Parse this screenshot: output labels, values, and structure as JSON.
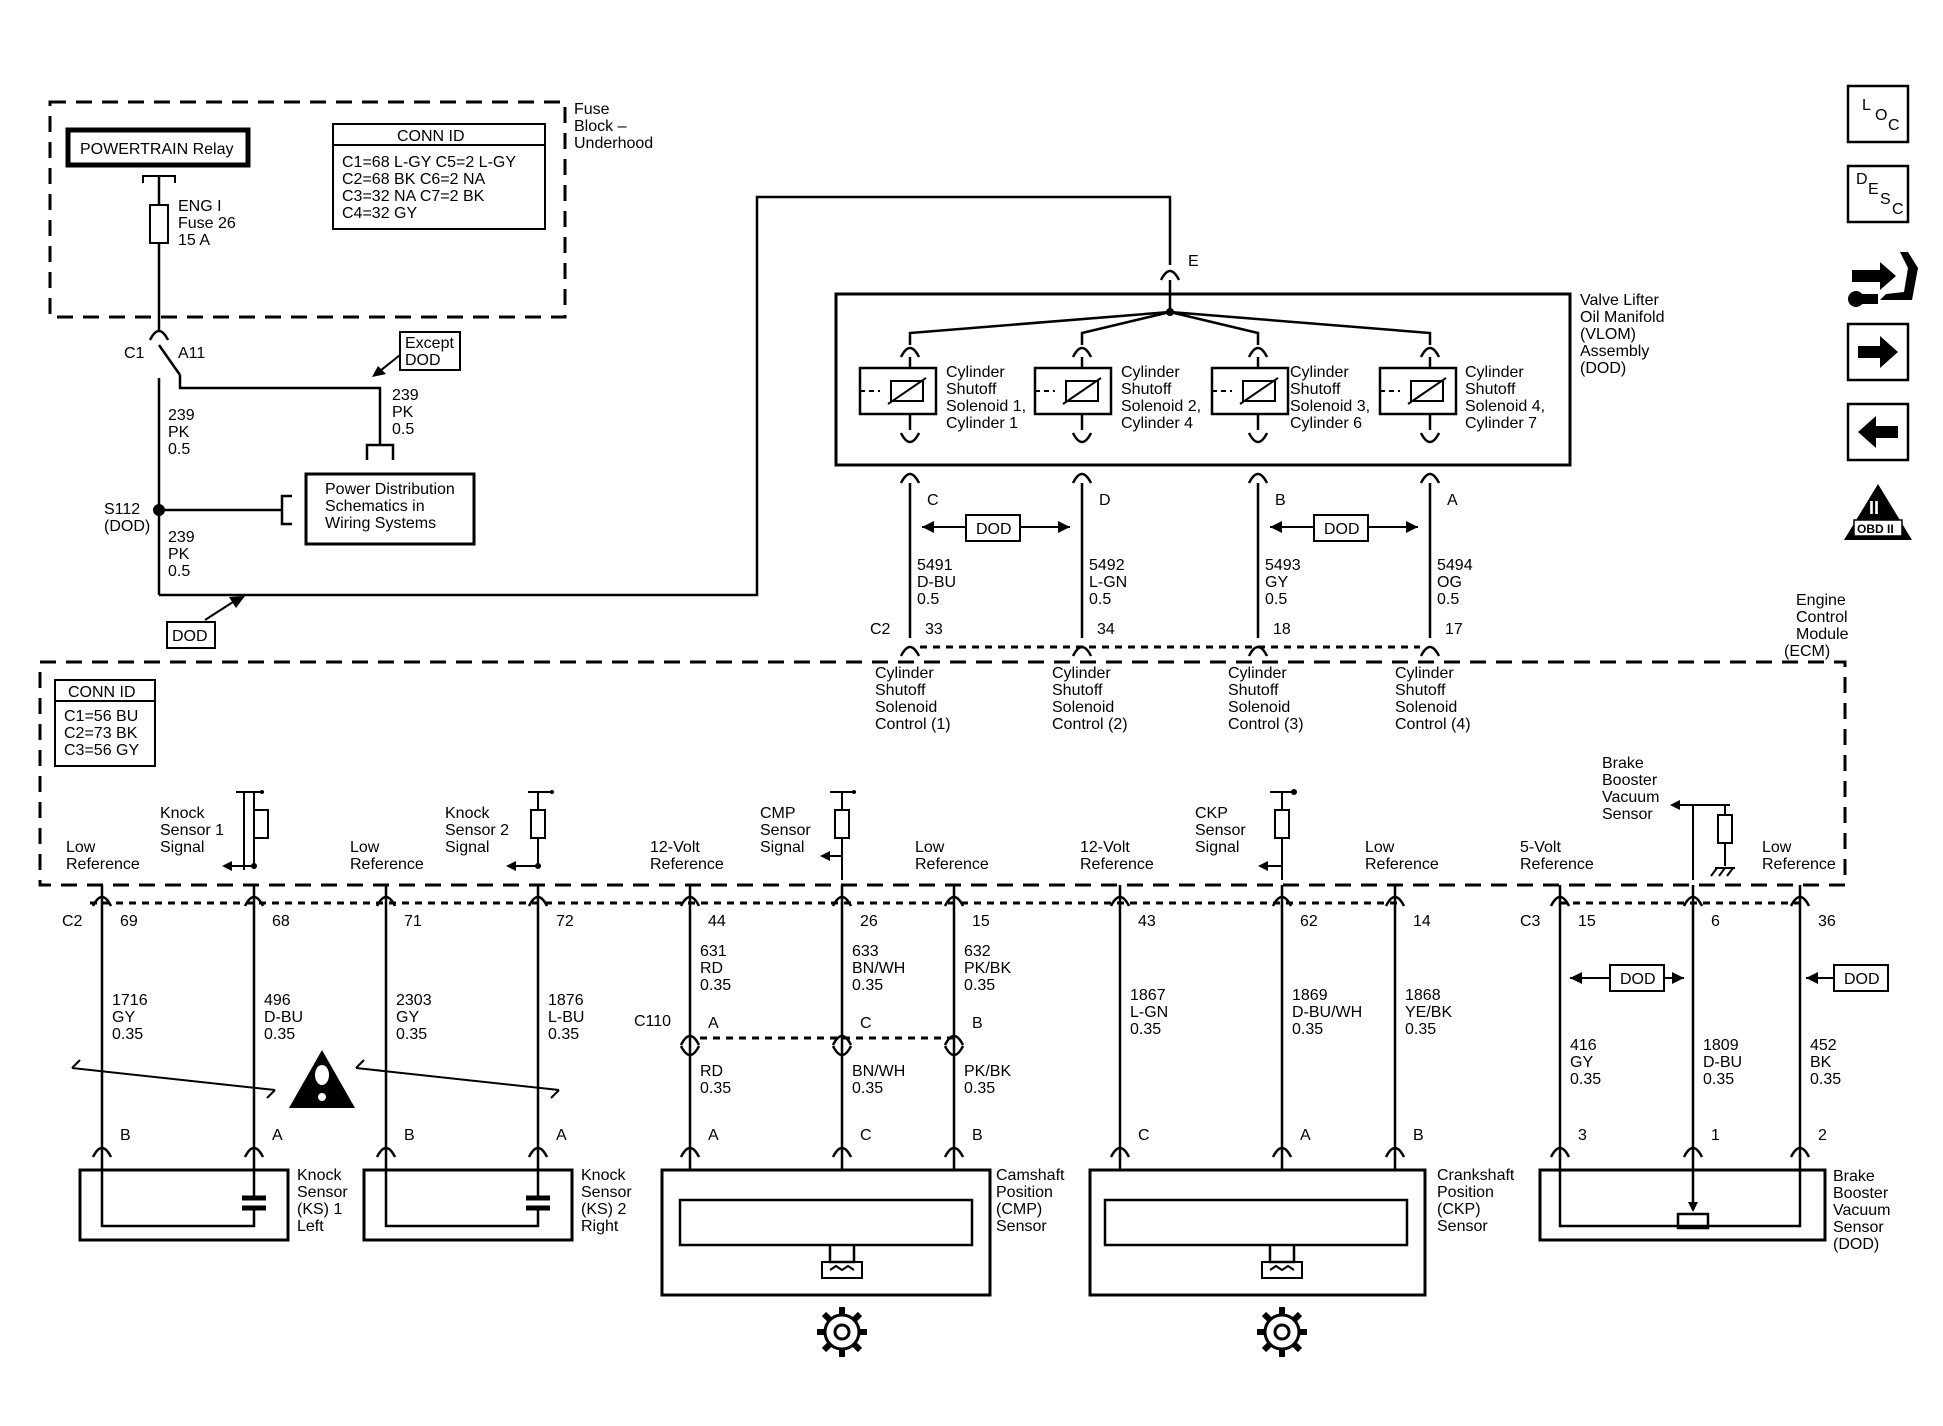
{
  "fuse_block": {
    "label": [
      "Fuse",
      "Block –",
      "Underhood"
    ],
    "relay": "POWERTRAIN Relay",
    "fuse": [
      "ENG I",
      "Fuse 26",
      "15 A"
    ],
    "conn_title": "CONN ID",
    "conn_rows": [
      "C1=68 L-GY C5=2 L-GY",
      "C2=68 BK     C6=2 NA",
      "C3=32 NA      C7=2 BK",
      "C4=32 GY"
    ]
  },
  "feed": {
    "c1": "C1",
    "a11": "A11",
    "wire1": [
      "239",
      "PK",
      "0.5"
    ],
    "wire2": [
      "239",
      "PK",
      "0.5"
    ],
    "wire3": [
      "239",
      "PK",
      "0.5"
    ],
    "except_dod": [
      "Except",
      "DOD"
    ],
    "splice": [
      "S112",
      "(DOD)"
    ],
    "power_dist": [
      "Power Distribution",
      "Schematics in",
      "Wiring Systems"
    ],
    "dod_tag": "DOD"
  },
  "vlom": {
    "pin_e": "E",
    "label": [
      "Valve Lifter",
      "Oil Manifold",
      "(VLOM)",
      "Assembly",
      "(DOD)"
    ],
    "solenoids": [
      {
        "label": [
          "Cylinder",
          "Shutoff",
          "Solenoid 1,",
          "Cylinder 1"
        ],
        "pin": "C",
        "wire": [
          "5491",
          "D-BU",
          "0.5"
        ],
        "ecm_pin": "33",
        "ecm_label": [
          "Cylinder",
          "Shutoff",
          "Solenoid",
          "Control (1)"
        ]
      },
      {
        "label": [
          "Cylinder",
          "Shutoff",
          "Solenoid 2,",
          "Cylinder 4"
        ],
        "pin": "D",
        "wire": [
          "5492",
          "L-GN",
          "0.5"
        ],
        "ecm_pin": "34",
        "ecm_label": [
          "Cylinder",
          "Shutoff",
          "Solenoid",
          "Control (2)"
        ]
      },
      {
        "label": [
          "Cylinder",
          "Shutoff",
          "Solenoid 3,",
          "Cylinder 6"
        ],
        "pin": "B",
        "wire": [
          "5493",
          "GY",
          "0.5"
        ],
        "ecm_pin": "18",
        "ecm_label": [
          "Cylinder",
          "Shutoff",
          "Solenoid",
          "Control (3)"
        ]
      },
      {
        "label": [
          "Cylinder",
          "Shutoff",
          "Solenoid 4,",
          "Cylinder 7"
        ],
        "pin": "A",
        "wire": [
          "5494",
          "OG",
          "0.5"
        ],
        "ecm_pin": "17",
        "ecm_label": [
          "Cylinder",
          "Shutoff",
          "Solenoid",
          "Control (4)"
        ]
      }
    ],
    "dod_tag": "DOD",
    "c2": "C2"
  },
  "ecm": {
    "label": [
      "Engine",
      "Control",
      "Module",
      "(ECM)"
    ],
    "conn_title": "CONN ID",
    "conn_rows": [
      "C1=56 BU",
      "C2=73 BK",
      "C3=56 GY"
    ],
    "c2": "C2",
    "c3": "C3"
  },
  "circuits": [
    {
      "ecm_label": [
        "Low",
        "Reference"
      ],
      "pin": "69",
      "wire": [
        "1716",
        "GY",
        "0.35"
      ],
      "comp_pin": "B"
    },
    {
      "ecm_label": [
        "Knock",
        "Sensor 1",
        "Signal"
      ],
      "pin": "68",
      "wire": [
        "496",
        "D-BU",
        "0.35"
      ],
      "comp_pin": "A"
    },
    {
      "ecm_label": [
        "Low",
        "Reference"
      ],
      "pin": "71",
      "wire": [
        "2303",
        "GY",
        "0.35"
      ],
      "comp_pin": "B"
    },
    {
      "ecm_label": [
        "Knock",
        "Sensor 2",
        "Signal"
      ],
      "pin": "72",
      "wire": [
        "1876",
        "L-BU",
        "0.35"
      ],
      "comp_pin": "A"
    },
    {
      "ecm_label": [
        "12-Volt",
        "Reference"
      ],
      "pin": "44",
      "wire": [
        "631",
        "RD",
        "0.35"
      ],
      "c110_pin": "A",
      "wire2": [
        "RD",
        "0.35"
      ],
      "comp_pin": "A"
    },
    {
      "ecm_label": [
        "CMP",
        "Sensor",
        "Signal"
      ],
      "pin": "26",
      "wire": [
        "633",
        "BN/WH",
        "0.35"
      ],
      "c110_pin": "C",
      "wire2": [
        "BN/WH",
        "0.35"
      ],
      "comp_pin": "C"
    },
    {
      "ecm_label": [
        "Low",
        "Reference"
      ],
      "pin": "15",
      "wire": [
        "632",
        "PK/BK",
        "0.35"
      ],
      "c110_pin": "B",
      "wire2": [
        "PK/BK",
        "0.35"
      ],
      "comp_pin": "B"
    },
    {
      "ecm_label": [
        "12-Volt",
        "Reference"
      ],
      "pin": "43",
      "wire": [
        "1867",
        "L-GN",
        "0.35"
      ],
      "comp_pin": "C"
    },
    {
      "ecm_label": [
        "CKP",
        "Sensor",
        "Signal"
      ],
      "pin": "62",
      "wire": [
        "1869",
        "D-BU/WH",
        "0.35"
      ],
      "comp_pin": "A"
    },
    {
      "ecm_label": [
        "Low",
        "Reference"
      ],
      "pin": "14",
      "wire": [
        "1868",
        "YE/BK",
        "0.35"
      ],
      "comp_pin": "B"
    },
    {
      "ecm_label": [
        "5-Volt",
        "Reference"
      ],
      "pin": "15",
      "wire": [
        "416",
        "GY",
        "0.35"
      ],
      "comp_pin": "3"
    },
    {
      "ecm_label": [
        "Brake",
        "Booster",
        "Vacuum",
        "Sensor"
      ],
      "pin": "6",
      "wire": [
        "1809",
        "D-BU",
        "0.35"
      ],
      "comp_pin": "1"
    },
    {
      "ecm_label": [
        "Low",
        "Reference"
      ],
      "pin": "36",
      "wire": [
        "452",
        "BK",
        "0.35"
      ],
      "comp_pin": "2"
    }
  ],
  "c110": "C110",
  "dod_tag": "DOD",
  "components": {
    "ks1": [
      "Knock",
      "Sensor",
      "(KS) 1",
      "Left"
    ],
    "ks2": [
      "Knock",
      "Sensor",
      "(KS) 2",
      "Right"
    ],
    "cmp": [
      "Camshaft",
      "Position",
      "(CMP)",
      "Sensor"
    ],
    "ckp": [
      "Crankshaft",
      "Position",
      "(CKP)",
      "Sensor"
    ],
    "bbvs": [
      "Brake",
      "Booster",
      "Vacuum",
      "Sensor",
      "(DOD)"
    ]
  },
  "nav": {
    "loc": [
      "L",
      "O",
      "C"
    ],
    "desc": [
      "D",
      "E",
      "S",
      "C"
    ],
    "obd": [
      "II",
      "OBD II"
    ],
    "icons": [
      "loc-icon",
      "desc-icon",
      "connector-icon",
      "next-arrow-icon",
      "prev-arrow-icon",
      "obd-ii-icon"
    ]
  }
}
